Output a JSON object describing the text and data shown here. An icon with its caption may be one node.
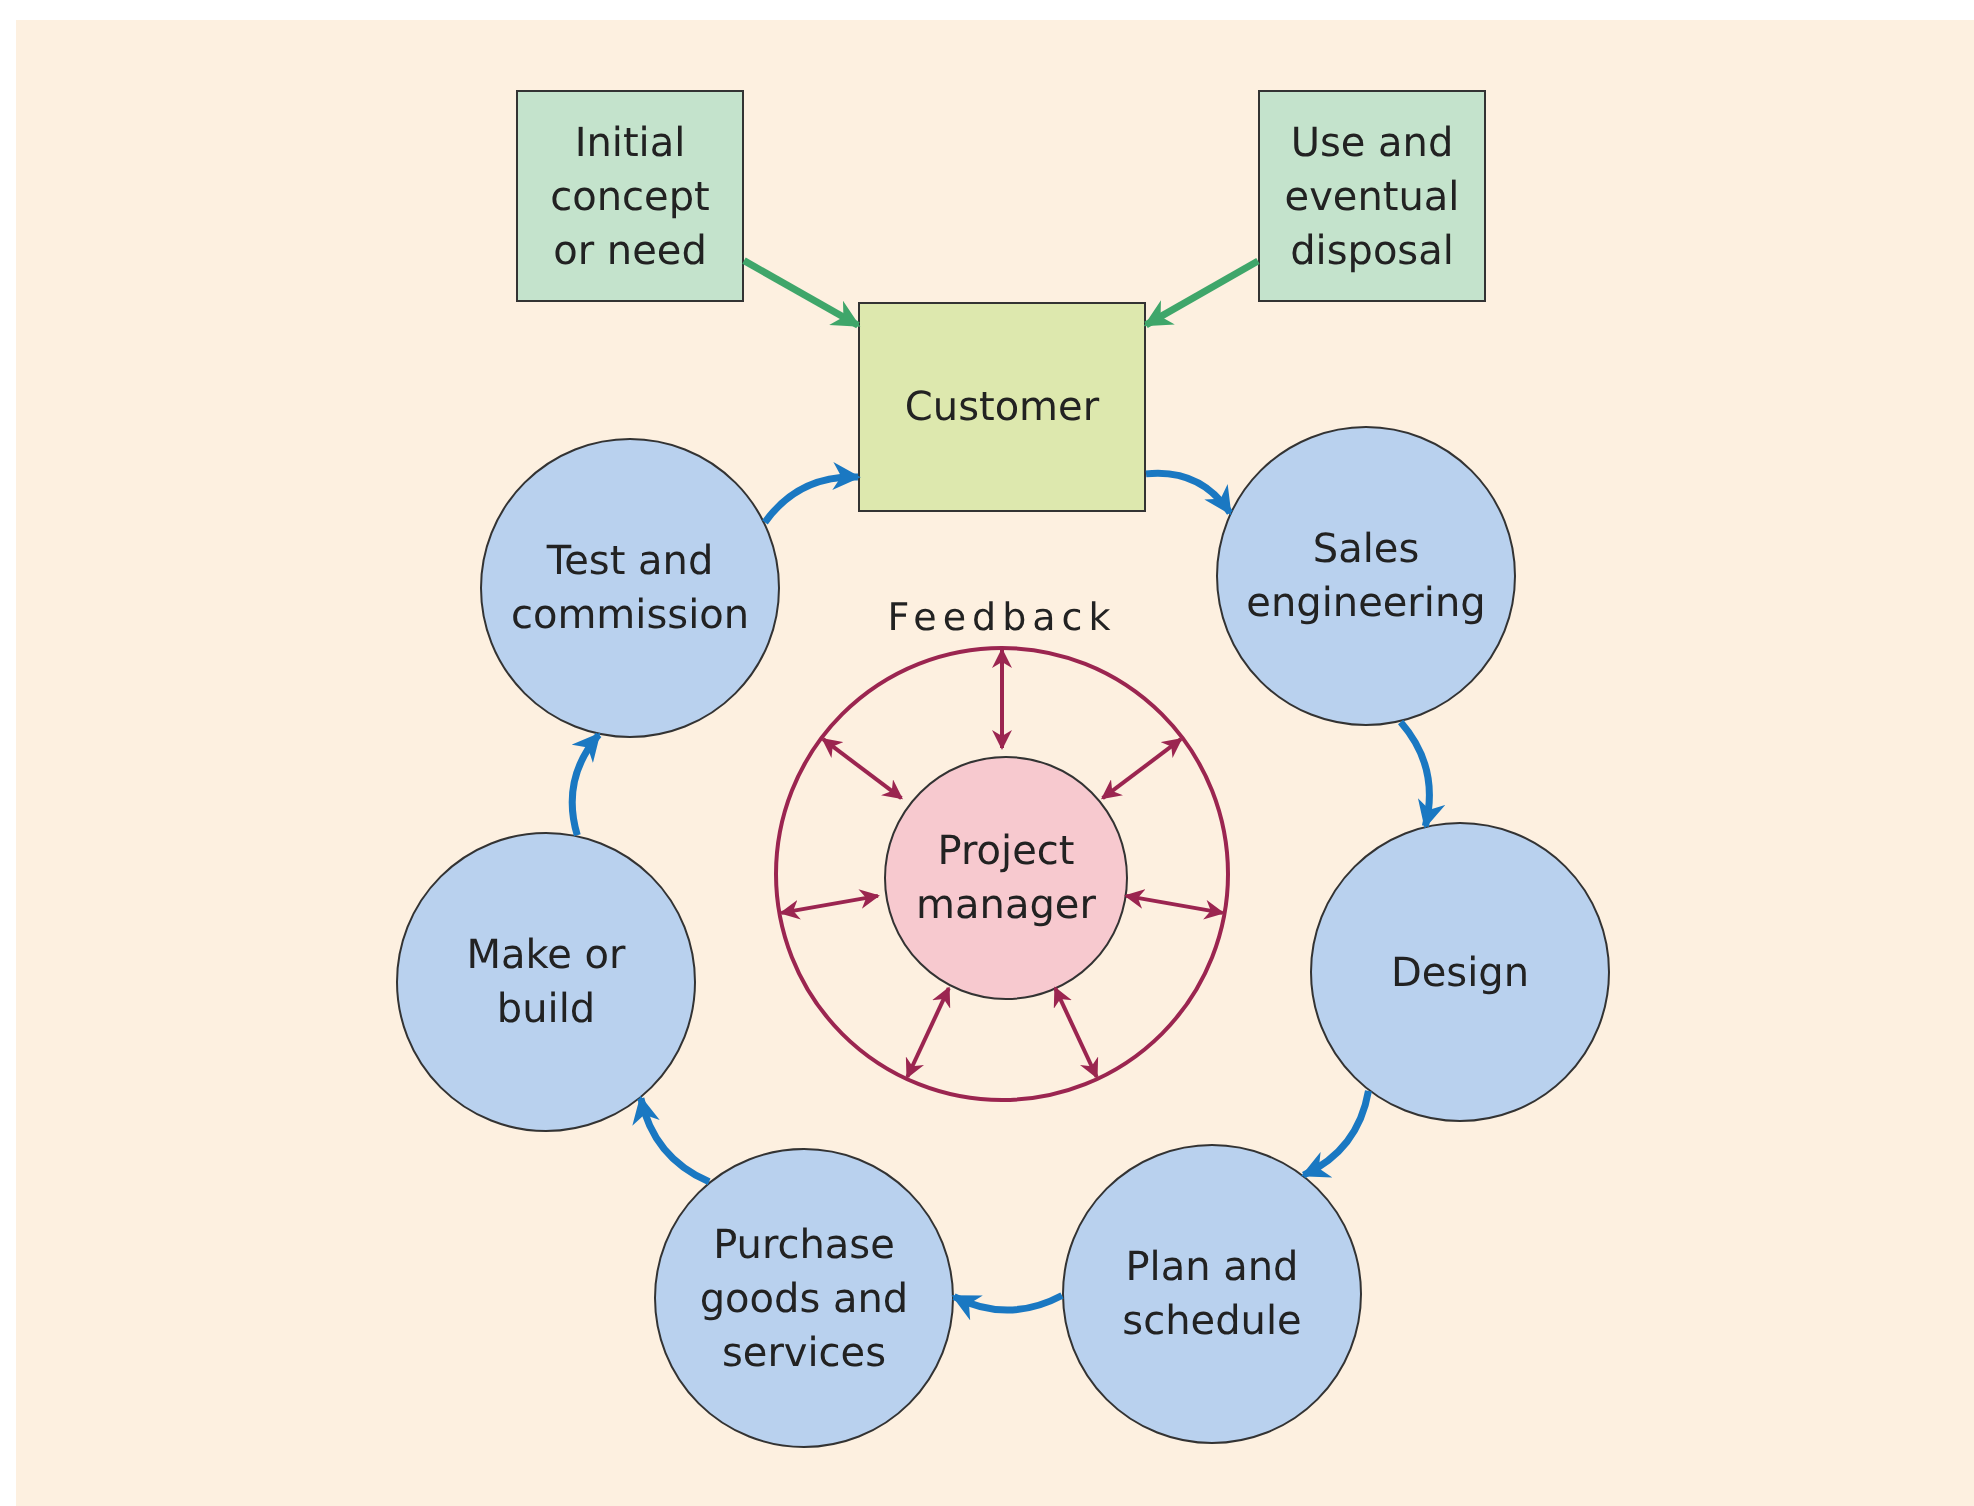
{
  "diagram": {
    "nodes": [
      {
        "text": [
          "Initial concept or need"
        ]
      },
      {
        "text": [
          "Use and eventual disposal"
        ]
      },
      {
        "text": [
          "Customer"
        ]
      },
      {
        "text": [
          "Sales engineering"
        ]
      },
      {
        "text": [
          "Design"
        ]
      },
      {
        "text": [
          "Plan and schedule"
        ]
      },
      {
        "text": [
          "Purchase goods and services"
        ]
      },
      {
        "text": [
          "Make or build"
        ]
      },
      {
        "text": [
          "Test and commission"
        ]
      },
      {
        "text": [
          "Feedback"
        ]
      },
      {
        "text": [
          "Project manager"
        ],
        "in": 9
      }
    ],
    "edges": [
      {
        "from": 0,
        "to": 2,
        "arrow": "to",
        "color": "#3fa66a"
      },
      {
        "from": 1,
        "to": 2,
        "arrow": "to",
        "color": "#3fa66a"
      },
      {
        "from": 2,
        "to": 3,
        "arrow": "to",
        "color": "#1a78c2"
      },
      {
        "from": 3,
        "to": 4,
        "arrow": "to",
        "color": "#1a78c2"
      },
      {
        "from": 4,
        "to": 5,
        "arrow": "to",
        "color": "#1a78c2"
      },
      {
        "from": 5,
        "to": 6,
        "arrow": "to",
        "color": "#1a78c2"
      },
      {
        "from": 6,
        "to": 7,
        "arrow": "to",
        "color": "#1a78c2"
      },
      {
        "from": 7,
        "to": 8,
        "arrow": "to",
        "color": "#1a78c2"
      },
      {
        "from": 8,
        "to": 2,
        "arrow": "to",
        "color": "#1a78c2"
      },
      {
        "from": 10,
        "to": 9,
        "arrow": "both",
        "color": "#9b2550"
      },
      {
        "from": 10,
        "to": 9,
        "arrow": "both",
        "color": "#9b2550"
      },
      {
        "from": 10,
        "to": 9,
        "arrow": "both",
        "color": "#9b2550"
      },
      {
        "from": 10,
        "to": 9,
        "arrow": "both",
        "color": "#9b2550"
      },
      {
        "from": 10,
        "to": 9,
        "arrow": "both",
        "color": "#9b2550"
      },
      {
        "from": 10,
        "to": 9,
        "arrow": "both",
        "color": "#9b2550"
      },
      {
        "from": 10,
        "to": 9,
        "arrow": "both",
        "color": "#9b2550"
      }
    ]
  }
}
